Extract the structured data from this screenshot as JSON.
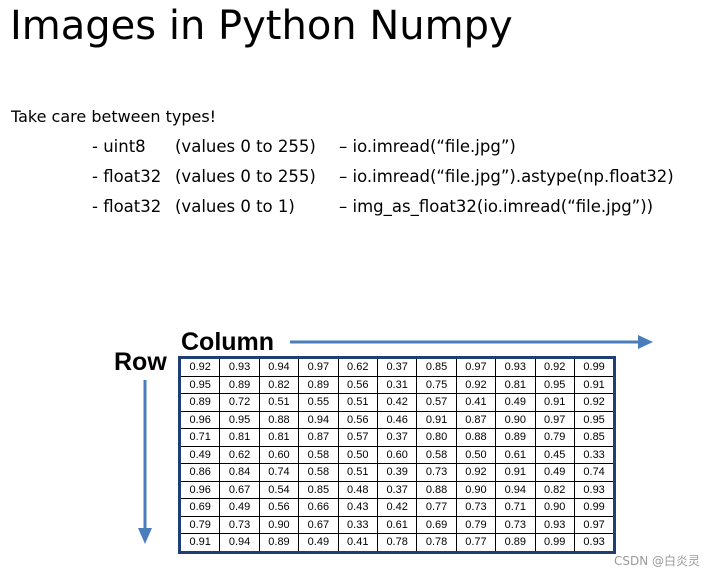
{
  "title": "Images in Python Numpy",
  "intro": "Take care between types!",
  "types": [
    {
      "type": "- uint8",
      "range": "(values 0 to 255)",
      "code": "– io.imread(“file.jpg”)"
    },
    {
      "type": "- float32",
      "range": "(values 0 to 255)",
      "code": "– io.imread(“file.jpg”).astype(np.float32)"
    },
    {
      "type": "- float32",
      "range": "(values 0 to 1)",
      "code": "– img_as_float32(io.imread(“file.jpg”))"
    }
  ],
  "diagram": {
    "column_label": "Column",
    "row_label": "Row",
    "arrow_color": "#4a7ebb",
    "border_color": "#1f3e73",
    "cells": [
      [
        "0.92",
        "0.93",
        "0.94",
        "0.97",
        "0.62",
        "0.37",
        "0.85",
        "0.97",
        "0.93",
        "0.92",
        "0.99"
      ],
      [
        "0.95",
        "0.89",
        "0.82",
        "0.89",
        "0.56",
        "0.31",
        "0.75",
        "0.92",
        "0.81",
        "0.95",
        "0.91"
      ],
      [
        "0.89",
        "0.72",
        "0.51",
        "0.55",
        "0.51",
        "0.42",
        "0.57",
        "0.41",
        "0.49",
        "0.91",
        "0.92"
      ],
      [
        "0.96",
        "0.95",
        "0.88",
        "0.94",
        "0.56",
        "0.46",
        "0.91",
        "0.87",
        "0.90",
        "0.97",
        "0.95"
      ],
      [
        "0.71",
        "0.81",
        "0.81",
        "0.87",
        "0.57",
        "0.37",
        "0.80",
        "0.88",
        "0.89",
        "0.79",
        "0.85"
      ],
      [
        "0.49",
        "0.62",
        "0.60",
        "0.58",
        "0.50",
        "0.60",
        "0.58",
        "0.50",
        "0.61",
        "0.45",
        "0.33"
      ],
      [
        "0.86",
        "0.84",
        "0.74",
        "0.58",
        "0.51",
        "0.39",
        "0.73",
        "0.92",
        "0.91",
        "0.49",
        "0.74"
      ],
      [
        "0.96",
        "0.67",
        "0.54",
        "0.85",
        "0.48",
        "0.37",
        "0.88",
        "0.90",
        "0.94",
        "0.82",
        "0.93"
      ],
      [
        "0.69",
        "0.49",
        "0.56",
        "0.66",
        "0.43",
        "0.42",
        "0.77",
        "0.73",
        "0.71",
        "0.90",
        "0.99"
      ],
      [
        "0.79",
        "0.73",
        "0.90",
        "0.67",
        "0.33",
        "0.61",
        "0.69",
        "0.79",
        "0.73",
        "0.93",
        "0.97"
      ],
      [
        "0.91",
        "0.94",
        "0.89",
        "0.49",
        "0.41",
        "0.78",
        "0.78",
        "0.77",
        "0.89",
        "0.99",
        "0.93"
      ]
    ]
  },
  "watermark": "CSDN @白炎灵"
}
